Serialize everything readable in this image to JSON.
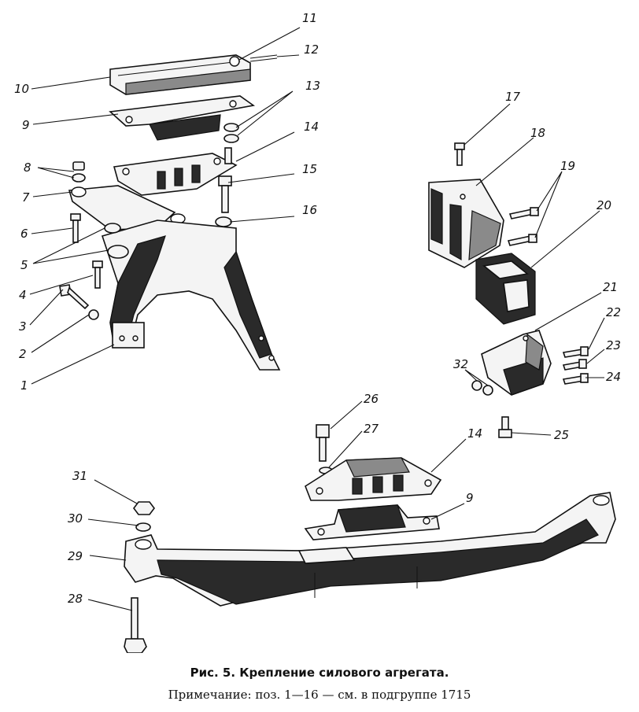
{
  "figure": {
    "caption": "Рис. 5. Крепление силового агрегата.",
    "note": "Примечание: поз. 1—16 — см. в подгруппе 1715"
  },
  "callouts": {
    "p1": "1",
    "p2": "2",
    "p3": "3",
    "p4": "4",
    "p5": "5",
    "p6": "6",
    "p7": "7",
    "p8": "8",
    "p9a": "9",
    "p9b": "9",
    "p10": "10",
    "p11": "11",
    "p12": "12",
    "p13": "13",
    "p14a": "14",
    "p14b": "14",
    "p15": "15",
    "p16": "16",
    "p17": "17",
    "p18": "18",
    "p19": "19",
    "p20": "20",
    "p21": "21",
    "p22": "22",
    "p23": "23",
    "p24": "24",
    "p25": "25",
    "p26": "26",
    "p27": "27",
    "p28": "28",
    "p29": "29",
    "p30": "30",
    "p31": "31",
    "p32": "32"
  }
}
